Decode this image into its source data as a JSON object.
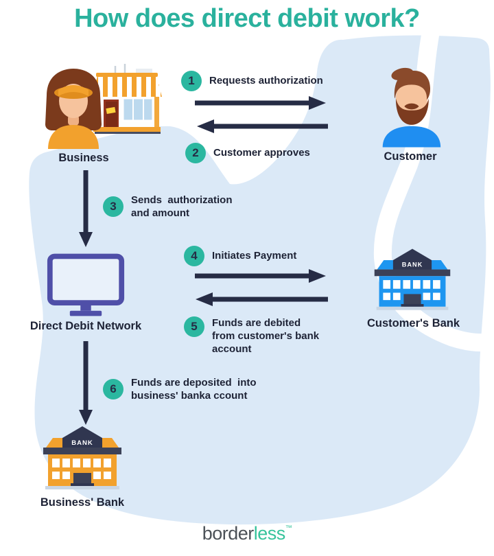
{
  "title": "How does direct debit work?",
  "steps": [
    {
      "num": "1",
      "label": "Requests authorization"
    },
    {
      "num": "2",
      "label": "Customer approves"
    },
    {
      "num": "3",
      "label": "Sends  authorization\nand amount"
    },
    {
      "num": "4",
      "label": "Initiates Payment"
    },
    {
      "num": "5",
      "label": "Funds are debited\nfrom customer's bank\naccount"
    },
    {
      "num": "6",
      "label": "Funds are deposited  into\nbusiness' banka ccount"
    }
  ],
  "entities": {
    "business": {
      "label": "Business"
    },
    "customer": {
      "label": "Customer"
    },
    "network": {
      "label": "Direct Debit Network"
    },
    "customer_bank": {
      "label": "Customer's Bank",
      "sign": "BANK"
    },
    "business_bank": {
      "label": "Business' Bank",
      "sign": "BANK"
    }
  },
  "brand": {
    "prefix": "border",
    "suffix": "less",
    "tm": "™"
  },
  "colors": {
    "title": "#2ab19d",
    "teal": "#2bb7a0",
    "navy": "#262c45",
    "ink": "#1d2235",
    "blob": "#dbe9f7",
    "orange": "#f2a12d",
    "blue": "#1e96f0",
    "indigo": "#4f4fa8",
    "dark-slab": "#3c4157",
    "brand-gray": "#4b5157",
    "brand-green": "#36c39b",
    "skin": "#f6c39d",
    "hair-business": "#7b3a1c",
    "hair-customer": "#8a4a2b",
    "beard": "#7c3b1f"
  }
}
